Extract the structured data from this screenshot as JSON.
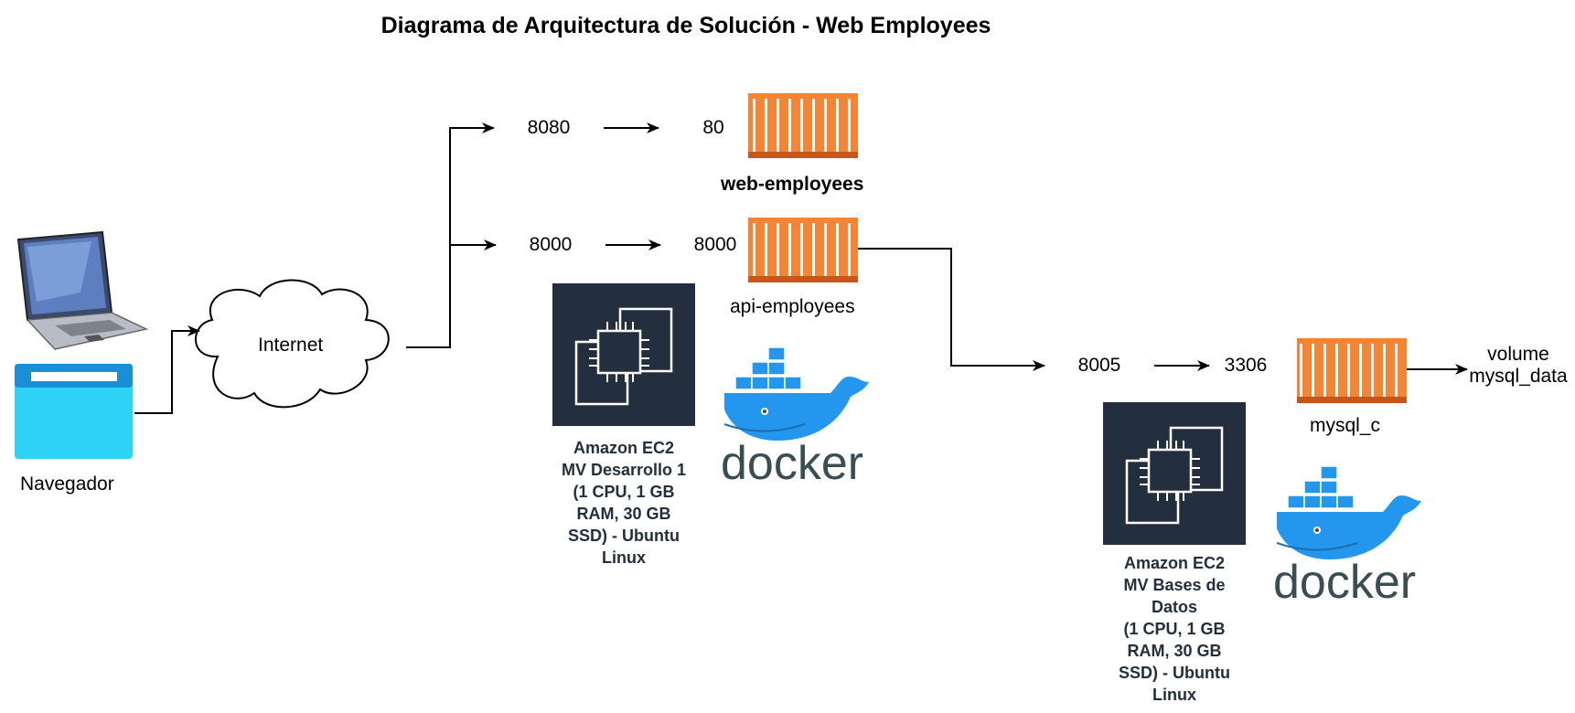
{
  "title": "Diagrama de Arquitectura de Solución - Web Employees",
  "client": {
    "browser_label": "Navegador"
  },
  "network": {
    "internet_label": "Internet"
  },
  "server_dev": {
    "ec2_label": "Amazon EC2\nMV Desarrollo 1\n(1 CPU, 1 GB\nRAM, 30 GB\nSSD) - Ubuntu\nLinux",
    "web": {
      "host_port": "8080",
      "container_port": "80",
      "container_name": "web-employees"
    },
    "api": {
      "host_port": "8000",
      "container_port": "8000",
      "container_name": "api-employees"
    },
    "docker_text": "docker"
  },
  "server_db": {
    "ec2_label": "Amazon EC2\nMV Bases de\nDatos\n(1 CPU, 1 GB\nRAM, 30 GB\nSSD) - Ubuntu\nLinux",
    "host_port": "8005",
    "container_port": "3306",
    "container_name": "mysql_c",
    "volume_label": "volume\nmysql_data",
    "docker_text": "docker"
  },
  "colors": {
    "container_orange": "#f58535",
    "container_stripe": "#ffffff",
    "container_base": "#c8561a",
    "ec2_bg": "#232f3e",
    "docker_blue": "#2496ed",
    "docker_dark": "#394d54",
    "browser_blue": "#2fd3f5",
    "browser_dark": "#1a8fd6"
  }
}
